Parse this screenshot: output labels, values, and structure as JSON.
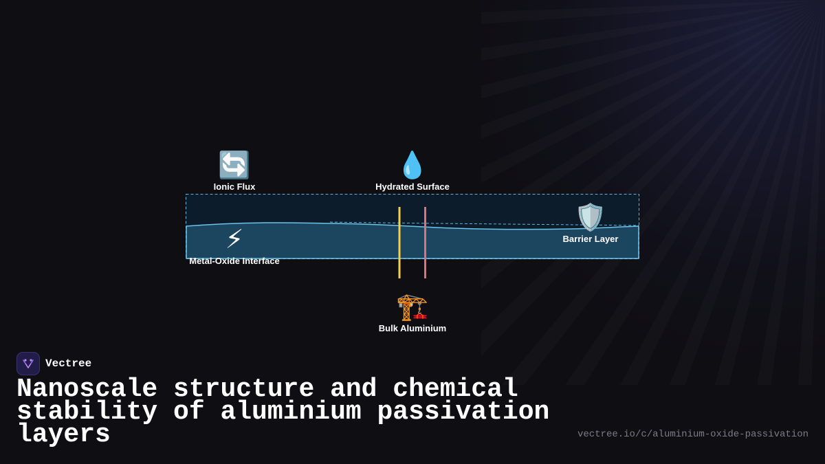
{
  "diagram": {
    "nodes": [
      {
        "id": "ionic-flux",
        "emoji": "🔄",
        "label": "Ionic Flux",
        "icon": "arrows-cycle-icon"
      },
      {
        "id": "hydrated-surface",
        "emoji": "💧",
        "label": "Hydrated Surface",
        "icon": "droplet-icon"
      },
      {
        "id": "barrier-layer",
        "emoji": "🛡️",
        "label": "Barrier Layer",
        "icon": "shield-icon"
      },
      {
        "id": "metal-oxide-interface",
        "emoji": "⚡",
        "label": "Metal-Oxide Interface",
        "icon": "lightning-icon"
      },
      {
        "id": "bulk-aluminium",
        "emoji": "🏗️",
        "label": "Bulk Aluminium",
        "icon": "crane-icon"
      }
    ],
    "colors": {
      "layer_fill": "#1c4560",
      "layer_stroke": "#6cc4ea",
      "outer_fill": "#0c1c2b",
      "marker_yellow": "#f2d24a",
      "marker_red": "#e0707e"
    }
  },
  "brand": {
    "name": "Vectree",
    "icon": "vectree-logo-icon"
  },
  "title": "Nanoscale structure and chemical stability of aluminium passivation layers",
  "url": "vectree.io/c/aluminium-oxide-passivation"
}
